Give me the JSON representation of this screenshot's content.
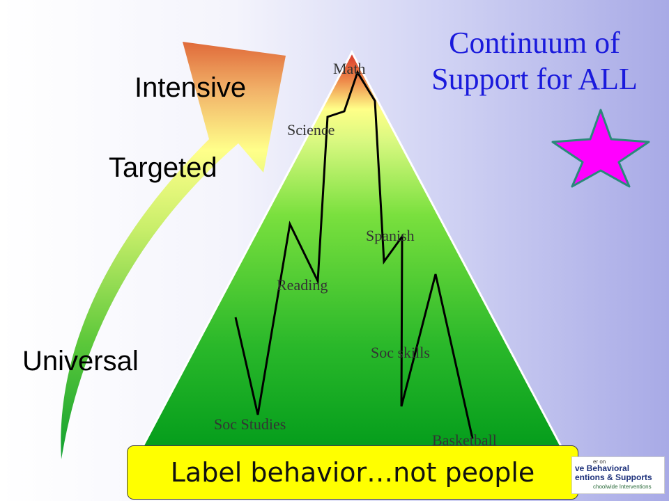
{
  "title": "Continuum of Support for ALL",
  "tiers": {
    "intensive": "Intensive",
    "targeted": "Targeted",
    "universal": "Universal"
  },
  "subjects": {
    "math": "Math",
    "science": "Science",
    "spanish": "Spanish",
    "reading": "Reading",
    "soc_skills": "Soc skills",
    "soc_studies": "Soc Studies",
    "basketball": "Basketball"
  },
  "banner": "Label behavior…not people",
  "logo": {
    "line1": "er on",
    "line2": "ve Behavioral",
    "line3": "entions & Supports",
    "line4": "choolwide Interventions"
  },
  "colors": {
    "title": "#1a1adc",
    "star_fill": "#ff00ff",
    "star_outline": "#2a8a7a",
    "banner": "#ffff00",
    "pyramid_top": "#d8342a",
    "pyramid_band": "#ffff88",
    "pyramid_base": "#009a1a"
  }
}
